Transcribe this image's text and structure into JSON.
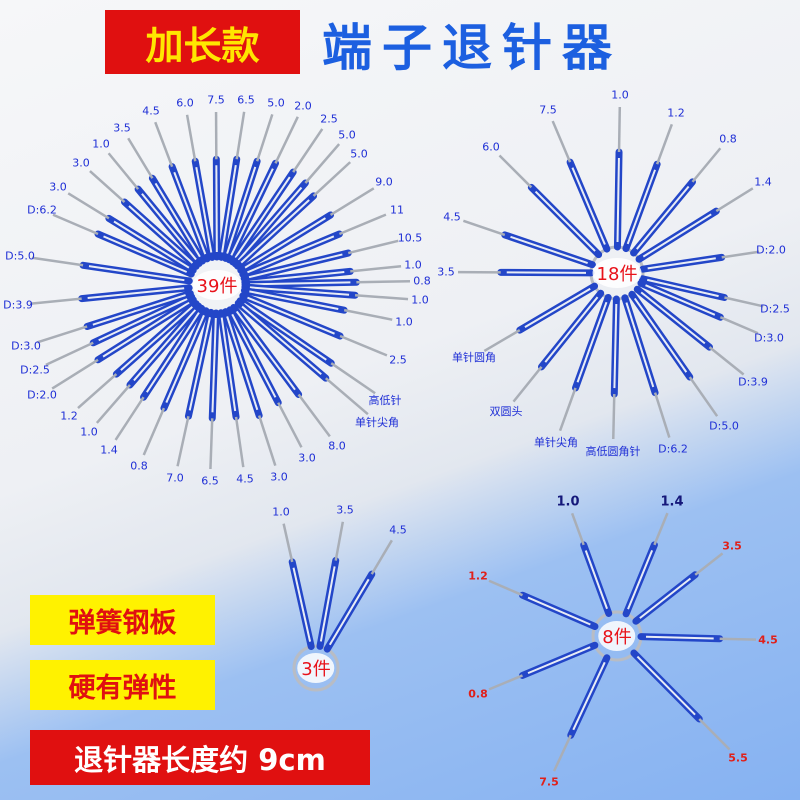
{
  "header": {
    "badge": "加长款",
    "title": "端子退针器"
  },
  "features": [
    "弹簧钢板",
    "硬有弹性"
  ],
  "length_note": "退针器长度约 9cm",
  "colors": {
    "tool_blue": "#2346c8",
    "red": "#e01010",
    "yellow": "#fff200",
    "title_blue": "#1c5fe0"
  },
  "sets": [
    {
      "count": "39件",
      "labels": [
        "6.0",
        "7.5",
        "6.5",
        "5.0",
        "2.0",
        "2.5",
        "5.0",
        "5.0",
        "9.0",
        "11",
        "10.5",
        "1.0",
        "0.8",
        "1.0",
        "1.0",
        "2.5",
        "高低针",
        "单针尖角",
        "8.0",
        "3.0",
        "3.0",
        "4.5",
        "6.5",
        "7.0",
        "0.8",
        "1.4",
        "1.0",
        "1.2",
        "D:2.0",
        "D:2.5",
        "D:3.0",
        "D:3.9",
        "D:5.0",
        "D:6.2",
        "3.0",
        "3.0",
        "1.0",
        "3.5",
        "4.5"
      ]
    },
    {
      "count": "18件",
      "labels": [
        "1.0",
        "1.2",
        "0.8",
        "1.4",
        "D:2.0",
        "D:2.5",
        "D:3.0",
        "D:3.9",
        "D:5.0",
        "D:6.2",
        "高低圆角针",
        "单针尖角",
        "双圆头",
        "单针圆角",
        "3.5",
        "4.5",
        "6.0",
        "7.5"
      ]
    },
    {
      "count": "3件",
      "labels": [
        "1.0",
        "3.5",
        "4.5"
      ]
    },
    {
      "count": "8件",
      "labels": [
        "1.0",
        "1.4",
        "3.5",
        "4.5",
        "5.5",
        "7.5",
        "0.8",
        "1.2"
      ]
    }
  ]
}
